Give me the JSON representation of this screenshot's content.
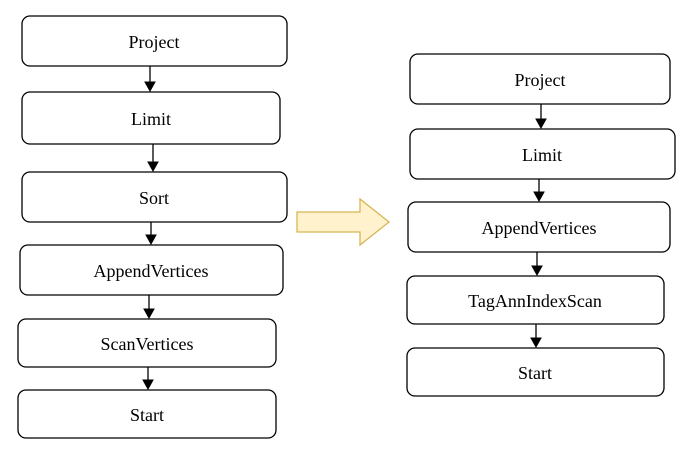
{
  "diagram": {
    "left_plan": {
      "nodes": [
        "Project",
        "Limit",
        "Sort",
        "AppendVertices",
        "ScanVertices",
        "Start"
      ]
    },
    "right_plan": {
      "nodes": [
        "Project",
        "Limit",
        "AppendVertices",
        "TagAnnIndexScan",
        "Start"
      ]
    },
    "transform_arrow": {
      "fill_color": "#fff2cc",
      "stroke_color": "#d6b656"
    }
  }
}
